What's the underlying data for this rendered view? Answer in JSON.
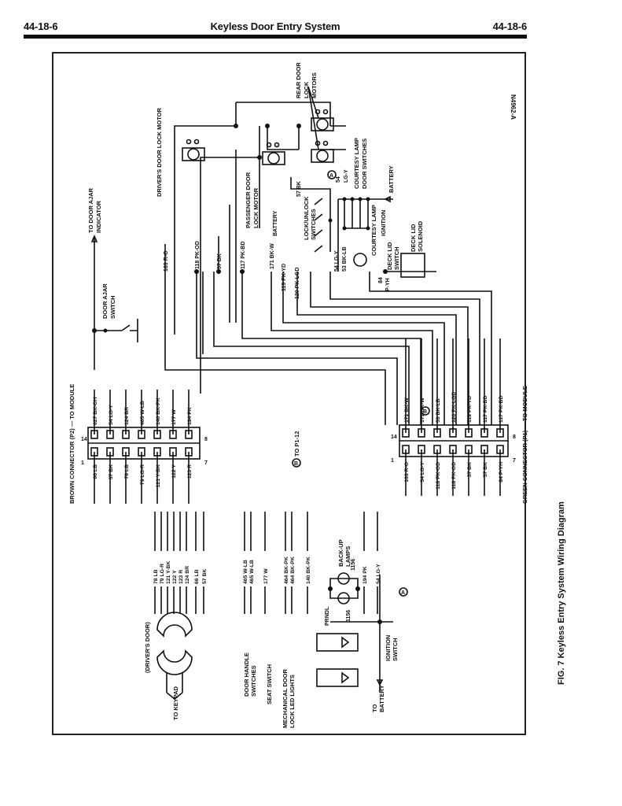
{
  "header": {
    "page_left": "44-18-6",
    "title": "Keyless Door Entry System",
    "page_right": "44-18-6"
  },
  "figure": {
    "caption": "FIG. 7   Keyless Entry System Wiring Diagram",
    "ref_code": "N4962-A"
  },
  "components": {
    "drivers_motor": "DRIVER'S DOOR LOCK MOTOR",
    "passenger_motor_1": "PASSENGER DOOR",
    "passenger_motor_2": "LOCK MOTOR",
    "rear_motors_1": "REAR DOOR",
    "rear_motors_2": "LOCK",
    "rear_motors_3": "MOTORS",
    "door_ajar_indicator_1": "TO DOOR AJAR",
    "door_ajar_indicator_2": "INDICATOR",
    "door_ajar_switch_1": "DOOR AJAR",
    "door_ajar_switch_2": "SWITCH",
    "lock_unlock_1": "LOCK/UNLOCK",
    "lock_unlock_2": "SWITCHES",
    "courtesy_switches_1": "COURTESY LAMP",
    "courtesy_switches_2": "DOOR SWITCHES",
    "courtesy_lamp": "COURTESY LAMP",
    "battery": "BATTERY",
    "ignition": "IGNITION",
    "deck_lid_switch_1": "DECK LID",
    "deck_lid_switch_2": "SWITCH",
    "deck_lid_solenoid_1": "DECK LID",
    "deck_lid_solenoid_2": "SOLENOID",
    "brown_connector": "BROWN CONNECTOR (P2) — TO MODULE",
    "green_connector": "GREEN CONNECTOR (P1) — TO MODULE",
    "to_p1": "TO P1-12",
    "drivers_door": "(DRIVER'S DOOR)",
    "to_keypad": "TO KEYPAD",
    "door_handle_1": "DOOR HANDLE",
    "door_handle_2": "SWITCHES",
    "seat_switch": "SEAT SWITCH",
    "mech_lock_1": "MECHANICAL DOOR",
    "mech_lock_2": "LOCK LED LIGHTS",
    "prndl": "PRNDL",
    "backup_1": "BACK-UP",
    "backup_2": "LAMPS",
    "bulb": "1156",
    "ignition_switch_1": "IGNITION",
    "ignition_switch_2": "SWITCH",
    "to_battery_1": "TO",
    "to_battery_2": "BATTERY",
    "marker_a": "A",
    "marker_b": "B",
    "pin_1": "1",
    "pin_7": "7",
    "pin_8": "8",
    "pin_14": "14"
  },
  "wires": {
    "w163": "163 R-O",
    "w118": "118 PK-OD",
    "w57": "57 BK",
    "w117": "117 PK-BD",
    "w171": "171 BK-W",
    "w119": "119 PK-YD",
    "w120": "120 PK-LGD",
    "w57k": "57 BK",
    "w54": "54 LG-Y",
    "w53": "53 BK-LB",
    "w54top": "54",
    "w54top2": "LG-Y",
    "w84a": "84",
    "w84b": "P-YH"
  },
  "brown_top": [
    "627 BK-OH",
    "54 LG-Y",
    "124 BR",
    "465 W-LB",
    "140 BK-PK",
    "177 W",
    "194 PK"
  ],
  "brown_bottom": [
    "66 LB",
    "57 BK",
    "78 LB",
    "79 LG-R",
    "121 Y-BK",
    "122 Y",
    "123 R"
  ],
  "green_top": [
    "171 BK-W",
    "171 BK-W",
    "53 BK-LB",
    "120 PK-LGD",
    "119 PK-YD",
    "117 PK-BD",
    "117 PK-BD"
  ],
  "green_bottom": [
    "163 R-O",
    "54 LG-Y",
    "118 PK-OD",
    "118 PK-OD",
    "57 BK",
    "57 BK",
    "84 P-YH"
  ],
  "lower_wires": [
    "78 LB",
    "79 LG-R",
    "121 Y-BK",
    "122 Y",
    "123 R",
    "124 BR",
    "66 LB",
    "57 BK",
    "465 W-LB",
    "465 W-LB",
    "177 W",
    "464 BK-PK",
    "464 BK-PK",
    "140 BK-PK",
    "194 PK",
    "54 LG-Y"
  ]
}
